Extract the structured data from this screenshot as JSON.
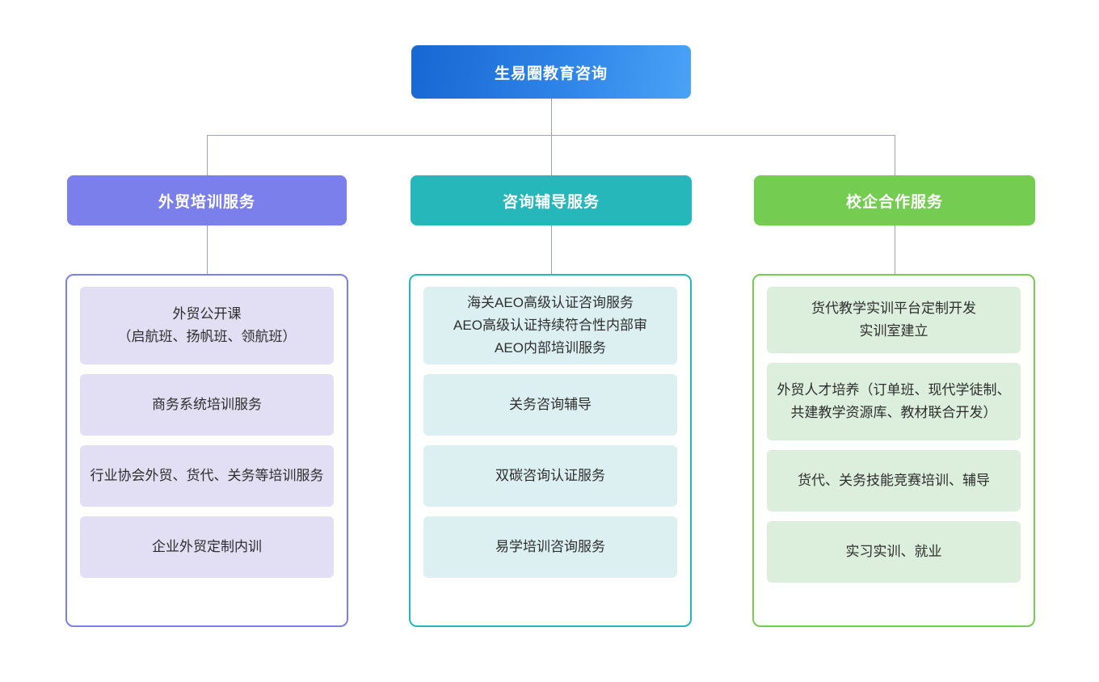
{
  "diagram": {
    "type": "org-chart",
    "root": {
      "label": "生易圈教育咨询",
      "color": "#1767d2"
    },
    "branches": [
      {
        "id": "training",
        "header": "外贸培训服务",
        "accent": "#7b7fec",
        "leaf_bg": "#e2def3",
        "items": [
          "外贸公开课\n（启航班、扬帆班、领航班）",
          "商务系统培训服务",
          "行业协会外贸、货代、关务等培训服务",
          "企业外贸定制内训"
        ]
      },
      {
        "id": "consulting",
        "header": "咨询辅导服务",
        "accent": "#25b7ba",
        "leaf_bg": "#ddf0f1",
        "items": [
          "海关AEO高级认证咨询服务\nAEO高级认证持续符合性内部审\nAEO内部培训服务",
          "关务咨询辅导",
          "双碳咨询认证服务",
          "易学培训咨询服务"
        ]
      },
      {
        "id": "school-enterprise",
        "header": "校企合作服务",
        "accent": "#74cc50",
        "leaf_bg": "#dcefdc",
        "items": [
          "货代教学实训平台定制开发\n实训室建立",
          "外贸人才培养（订单班、现代学徒制、共建教学资源库、教材联合开发）",
          "货代、关务技能竞赛培训、辅导",
          "实习实训、就业"
        ]
      }
    ],
    "connector_color": "#9aa5b1"
  }
}
